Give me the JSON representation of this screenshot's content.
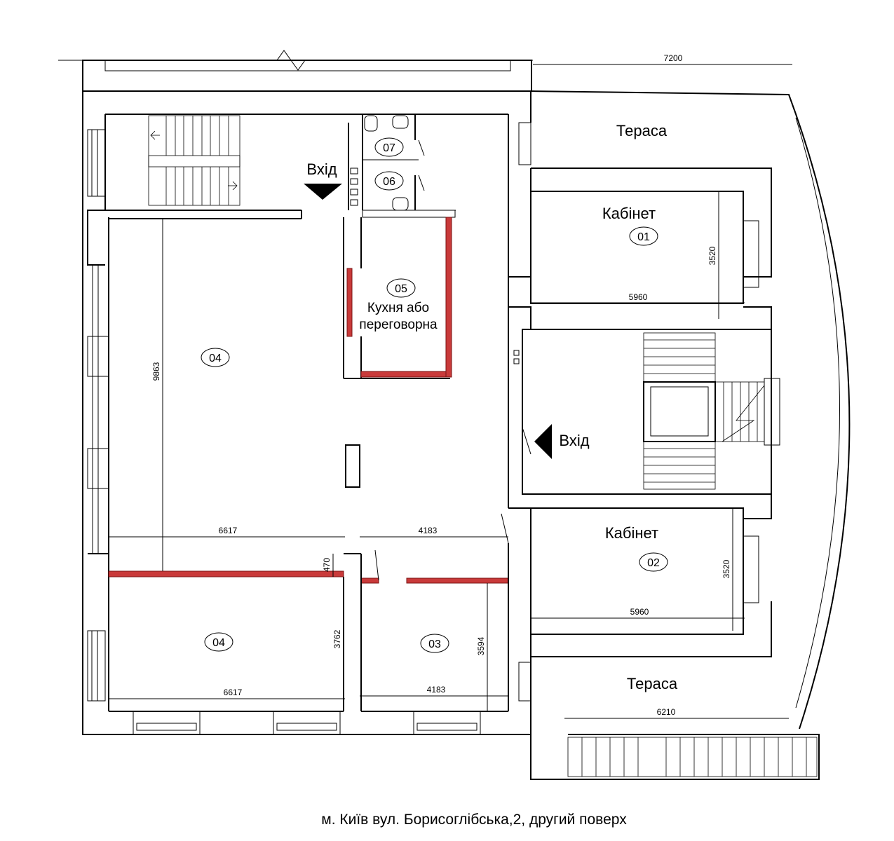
{
  "rooms": {
    "r01": {
      "name": "Кабінет",
      "number": "01"
    },
    "r02": {
      "name": "Кабінет",
      "number": "02"
    },
    "r03": {
      "number": "03"
    },
    "r04_main": {
      "number": "04"
    },
    "r04_lower": {
      "number": "04"
    },
    "r05": {
      "number": "05",
      "name_line1": "Кухня або",
      "name_line2": "переговорна"
    },
    "r06": {
      "number": "06"
    },
    "r07": {
      "number": "07"
    }
  },
  "terraces": {
    "upper": "Тераса",
    "lower": "Тераса"
  },
  "entrances": {
    "left": "Вхід",
    "right": "Вхід"
  },
  "dimensions": {
    "top_width": "7200",
    "r01_width": "5960",
    "r01_height": "3520",
    "r02_width": "5960",
    "r02_height": "3520",
    "r04_height": "9863",
    "r04_width_top": "6617",
    "r04_width_bottom": "6617",
    "r04_lower_height": "3762",
    "corridor_offset": "470",
    "r03_width_top": "4183",
    "r03_width_bottom": "4183",
    "r03_height": "3594",
    "terrace_width": "6210"
  },
  "caption": "м. Київ вул. Борисоглібська,2, другий поверх"
}
